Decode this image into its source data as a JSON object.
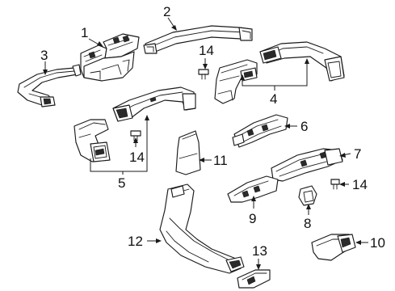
{
  "diagram": {
    "callouts": [
      {
        "id": "c1",
        "text": "1"
      },
      {
        "id": "c2",
        "text": "2"
      },
      {
        "id": "c3",
        "text": "3"
      },
      {
        "id": "c4",
        "text": "4"
      },
      {
        "id": "c5",
        "text": "5"
      },
      {
        "id": "c6",
        "text": "6"
      },
      {
        "id": "c7",
        "text": "7"
      },
      {
        "id": "c8",
        "text": "8"
      },
      {
        "id": "c9",
        "text": "9"
      },
      {
        "id": "c10",
        "text": "10"
      },
      {
        "id": "c11",
        "text": "11"
      },
      {
        "id": "c12",
        "text": "12"
      },
      {
        "id": "c13",
        "text": "13"
      },
      {
        "id": "c14a",
        "text": "14"
      },
      {
        "id": "c14b",
        "text": "14"
      },
      {
        "id": "c14c",
        "text": "14"
      }
    ]
  }
}
